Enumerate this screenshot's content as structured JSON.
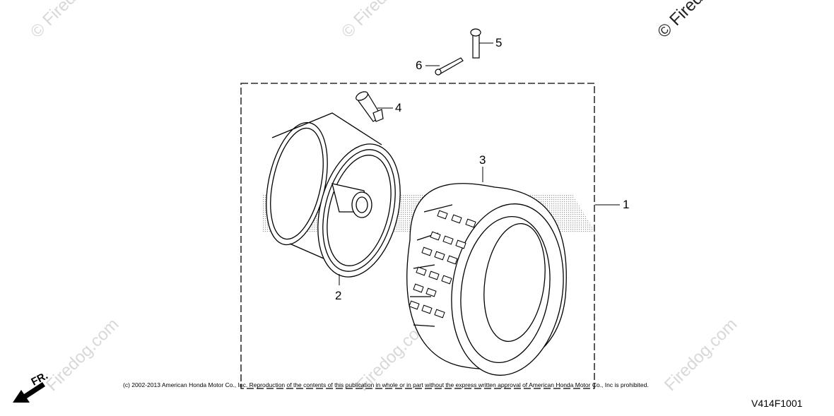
{
  "watermarks": {
    "top_left": "© Firedog.com",
    "top_middle": "© Firedog.com",
    "top_right": "© Firedog.com",
    "bottom_left": "Firedog.com",
    "bottom_middle": "Firedog.com",
    "bottom_right": "Firedog.com"
  },
  "callouts": {
    "c1": "1",
    "c2": "2",
    "c3": "3",
    "c4": "4",
    "c5": "5",
    "c6": "6"
  },
  "direction_label": "FR.",
  "copyright": "(c) 2002-2013 American Honda Motor Co., Inc. Reproduction of the contents of this publication in whole or in part without the express written approval of American Honda Motor Co., Inc is prohibited.",
  "figure_code": "V414F1001"
}
